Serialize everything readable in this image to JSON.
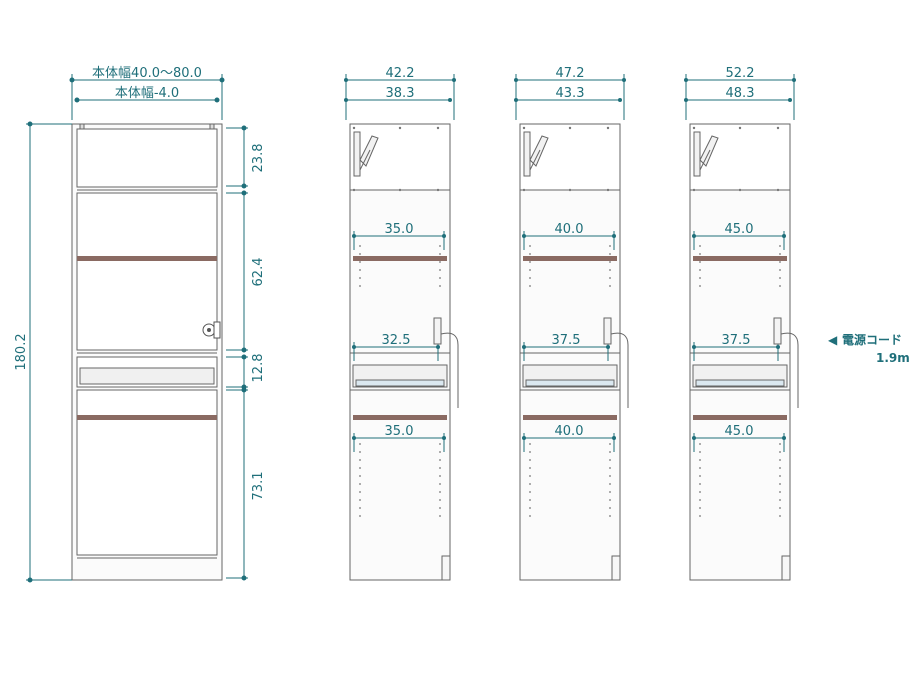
{
  "front_view": {
    "outer_width_label": "本体幅40.0～80.0",
    "inner_width_label": "本体幅-4.0",
    "total_height_label": "180.2",
    "section_heights": [
      "23.8",
      "62.4",
      "12.8",
      "73.1"
    ]
  },
  "side_views": [
    {
      "outer_depth": "42.2",
      "inner_depth": "38.3",
      "shelf_top": "35.0",
      "slide_shelf": "32.5",
      "shelf_bottom": "35.0"
    },
    {
      "outer_depth": "47.2",
      "inner_depth": "43.3",
      "shelf_top": "40.0",
      "slide_shelf": "37.5",
      "shelf_bottom": "40.0"
    },
    {
      "outer_depth": "52.2",
      "inner_depth": "48.3",
      "shelf_top": "45.0",
      "slide_shelf": "37.5",
      "shelf_bottom": "45.0"
    }
  ],
  "cord_note": {
    "arrow": "◀",
    "label": "電源コード",
    "length": "1.9m"
  },
  "colors": {
    "dimension": "#1f6f7a",
    "line": "#555555",
    "shelf": "#8a6a62"
  }
}
